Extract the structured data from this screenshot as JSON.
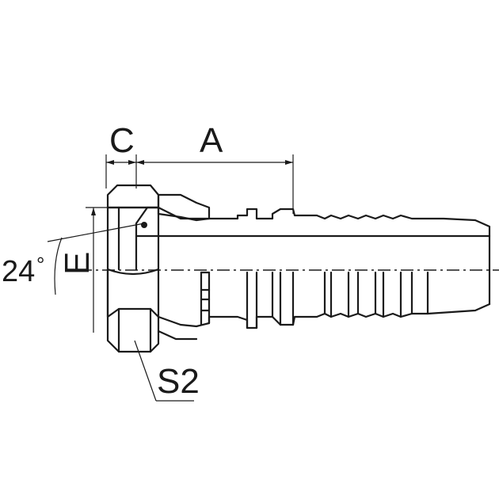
{
  "drawing": {
    "labels": {
      "c": "C",
      "a": "A",
      "angle": "24",
      "degree": "°",
      "e": "E",
      "s2": "S2"
    }
  }
}
